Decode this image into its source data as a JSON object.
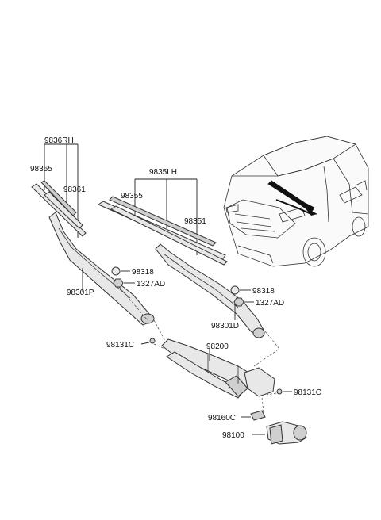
{
  "labels": {
    "rh_blade_assy": "9836RH",
    "rh_refill": "98365",
    "rh_blade": "98361",
    "lh_blade_assy": "9835LH",
    "lh_refill": "98355",
    "lh_blade": "98351",
    "cap_left": "98318",
    "nut_left": "1327AD",
    "arm_passenger": "98301P",
    "cap_right": "98318",
    "nut_right": "1327AD",
    "arm_driver": "98301D",
    "clip_left": "98131C",
    "linkage": "98200",
    "clip_right": "98131C",
    "motor_bracket": "98160C",
    "motor": "98100"
  }
}
